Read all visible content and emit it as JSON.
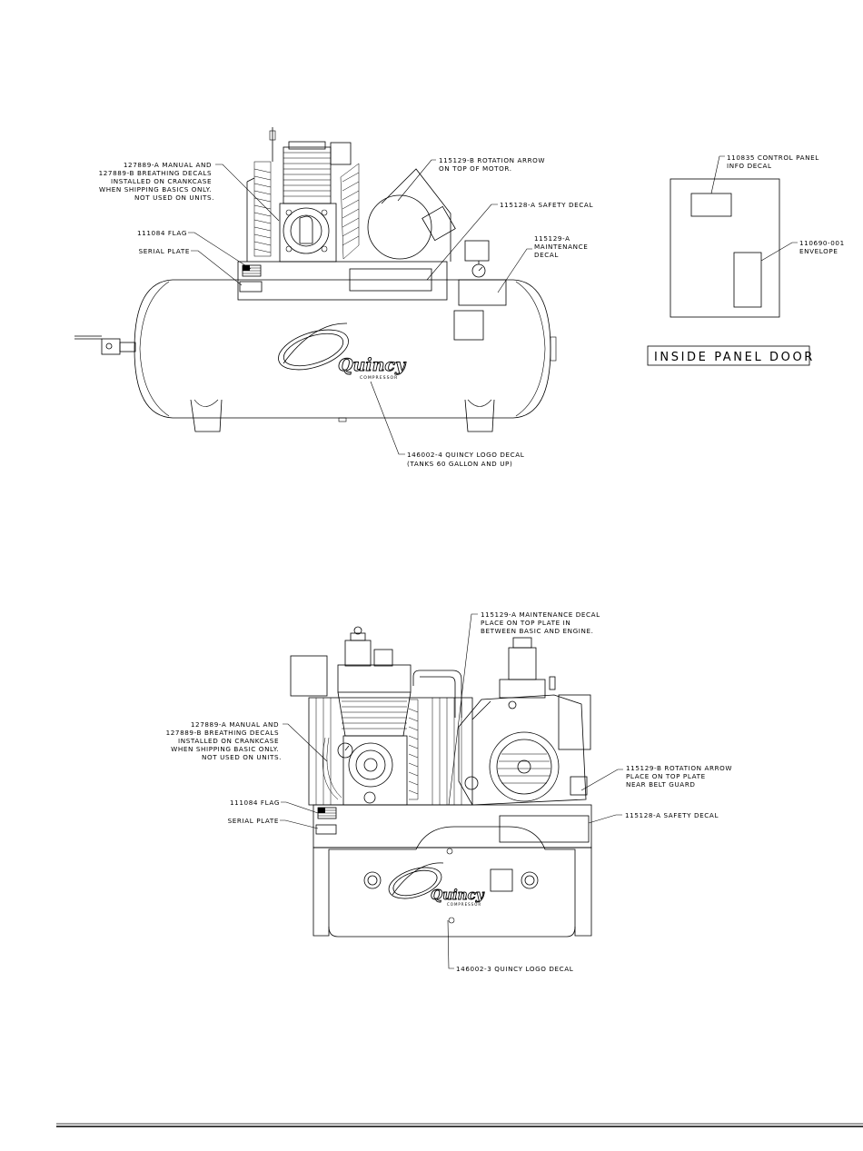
{
  "top_unit": {
    "callouts": {
      "manual_decal": [
        "127889-A MANUAL AND",
        "127889-B BREATHING DECALS",
        "INSTALLED ON CRANKCASE",
        "WHEN SHIPPING BASICS ONLY.",
        "NOT USED ON UNITS."
      ],
      "flag": "111084 FLAG",
      "serial_plate": "SERIAL PLATE",
      "rotation_arrow": [
        "115129-B ROTATION ARROW",
        "ON TOP OF MOTOR."
      ],
      "safety_decal": "115128-A SAFETY DECAL",
      "maintenance_decal": [
        "115129-A",
        "MAINTENANCE",
        "DECAL"
      ],
      "logo_decal": [
        "146002-4 QUINCY LOGO DECAL",
        "(TANKS 60 GALLON AND UP)"
      ]
    },
    "logo": {
      "brand": "Quincy",
      "sub": "COMPRESSOR"
    }
  },
  "panel_door": {
    "control_panel_decal": [
      "110835 CONTROL PANEL",
      "INFO DECAL"
    ],
    "envelope": [
      "110690-001",
      "ENVELOPE"
    ],
    "caption": "INSIDE PANEL DOOR"
  },
  "bottom_unit": {
    "callouts": {
      "maintenance_decal": [
        "115129-A MAINTENANCE DECAL",
        "PLACE ON TOP PLATE IN",
        "BETWEEN BASIC AND ENGINE."
      ],
      "manual_decal": [
        "127889-A MANUAL AND",
        "127889-B BREATHING DECALS",
        "INSTALLED ON CRANKCASE",
        "WHEN SHIPPING BASIC ONLY.",
        "NOT USED ON UNITS."
      ],
      "rotation_arrow": [
        "115129-B ROTATION ARROW",
        "PLACE ON TOP PLATE",
        "NEAR BELT GUARD"
      ],
      "flag": "111084 FLAG",
      "serial_plate": "SERIAL PLATE",
      "safety_decal": "115128-A SAFETY DECAL",
      "logo_decal": "146002-3 QUINCY LOGO DECAL"
    },
    "logo": {
      "brand": "Quincy",
      "sub": "COMPRESSOR"
    }
  }
}
